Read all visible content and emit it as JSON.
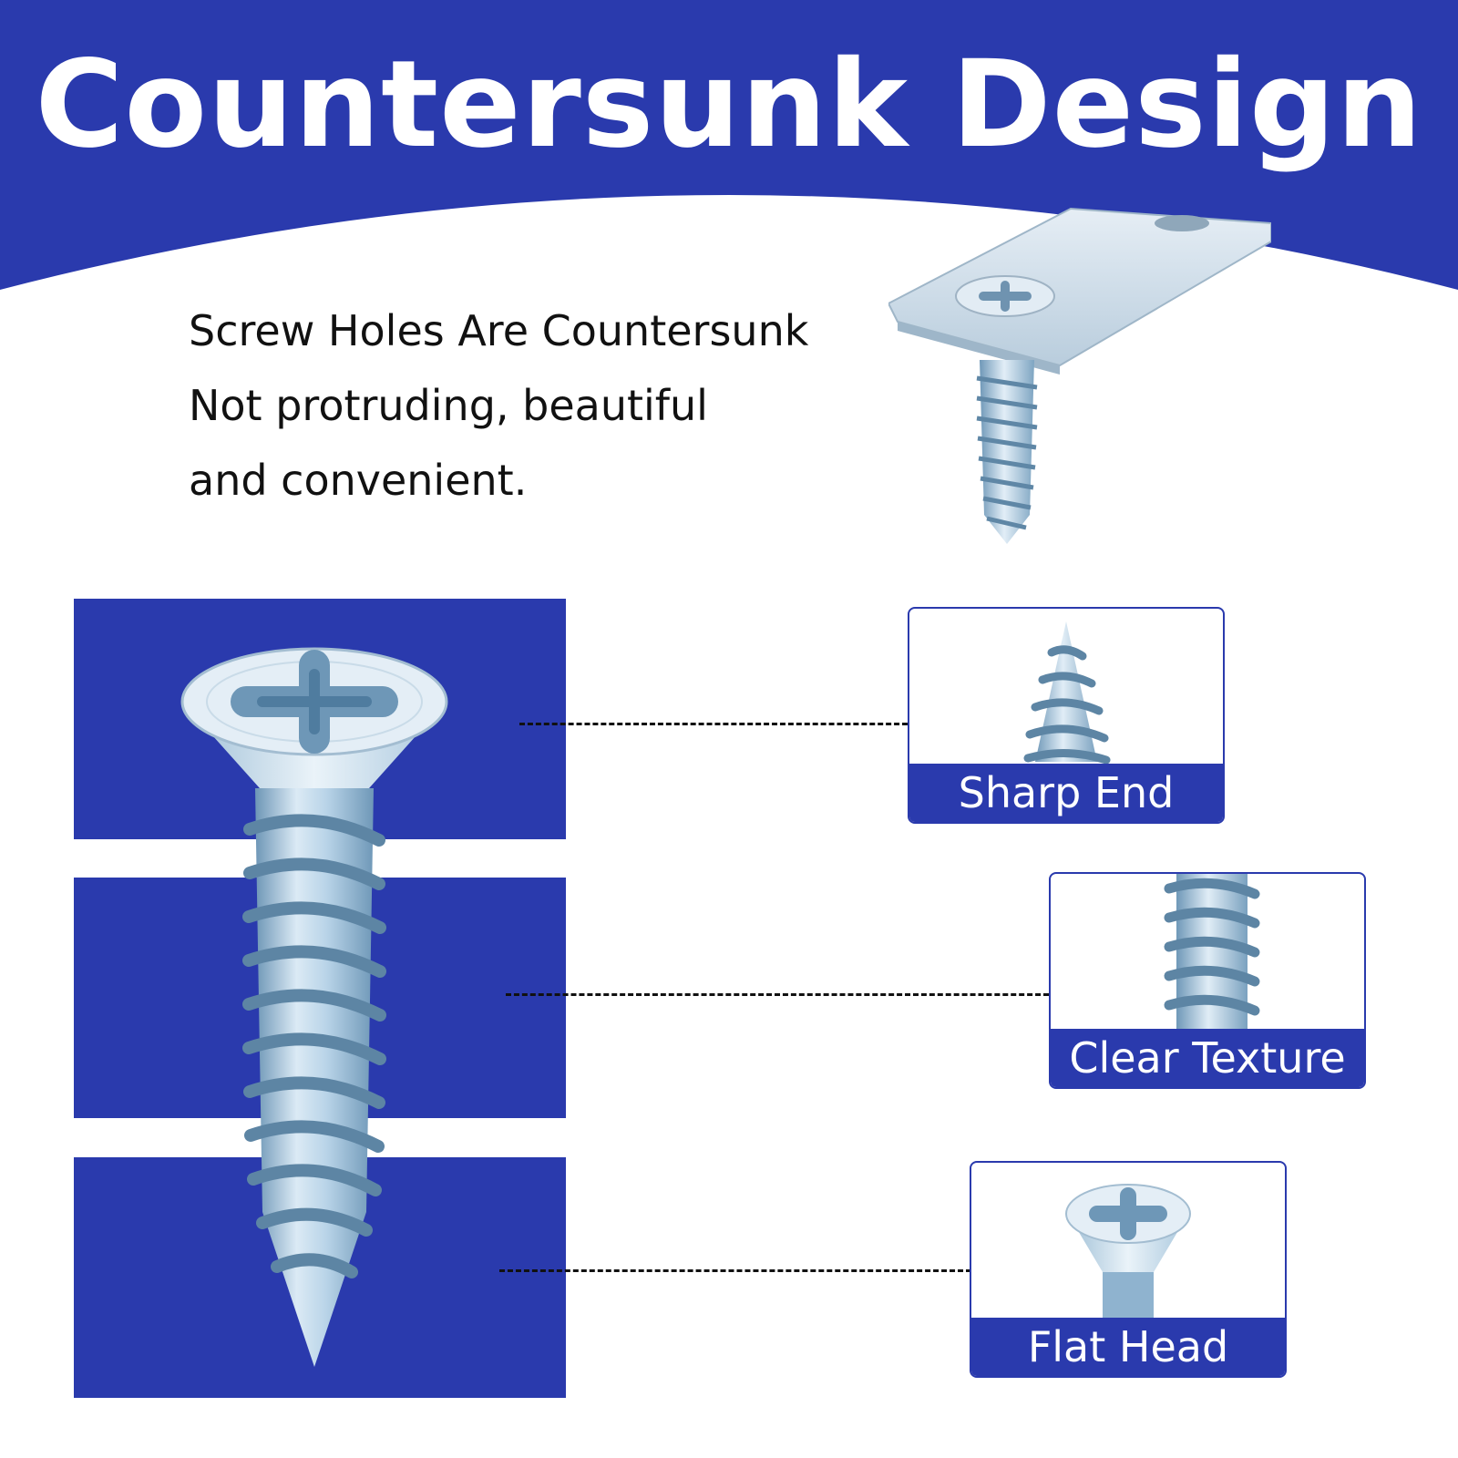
{
  "title": "Countersunk Design",
  "intro": {
    "lines": [
      "Screw Holes Are Countersunk",
      "Not protruding, beautiful",
      "and convenient."
    ]
  },
  "callouts": [
    {
      "label": "Sharp End",
      "icon": "screw-tip-icon"
    },
    {
      "label": "Clear Texture",
      "icon": "screw-thread-icon"
    },
    {
      "label": "Flat Head",
      "icon": "screw-head-icon"
    }
  ],
  "colors": {
    "brand_blue": "#2a3aad",
    "metal_light": "#d7e7f3",
    "metal_mid": "#a9c8df",
    "metal_dark": "#6f98b8"
  }
}
